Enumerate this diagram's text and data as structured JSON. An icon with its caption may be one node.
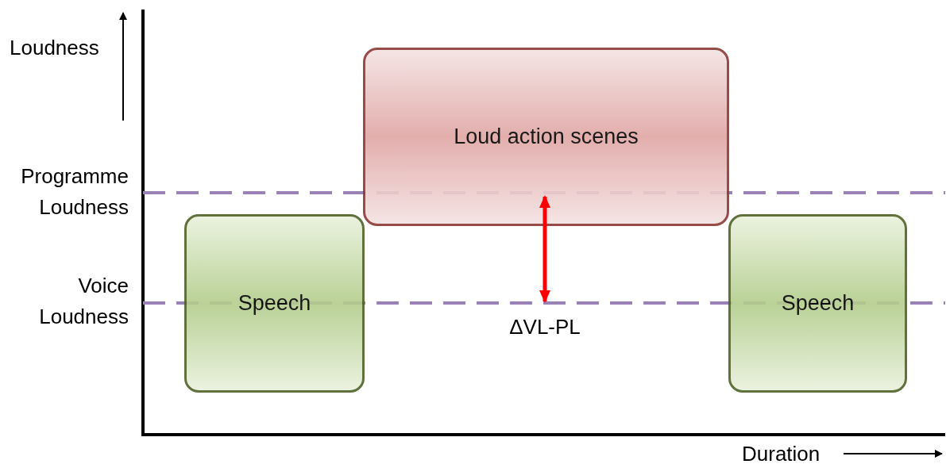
{
  "diagram": {
    "nodes": [
      {
        "text": [
          "Loud action scenes"
        ]
      },
      {
        "text": [
          "Speech"
        ]
      },
      {
        "text": [
          "Speech"
        ]
      }
    ],
    "labels": [
      "Loudness",
      "Programme Loudness",
      "Voice Loudness",
      "ΔVL-PL",
      "Duration"
    ]
  }
}
